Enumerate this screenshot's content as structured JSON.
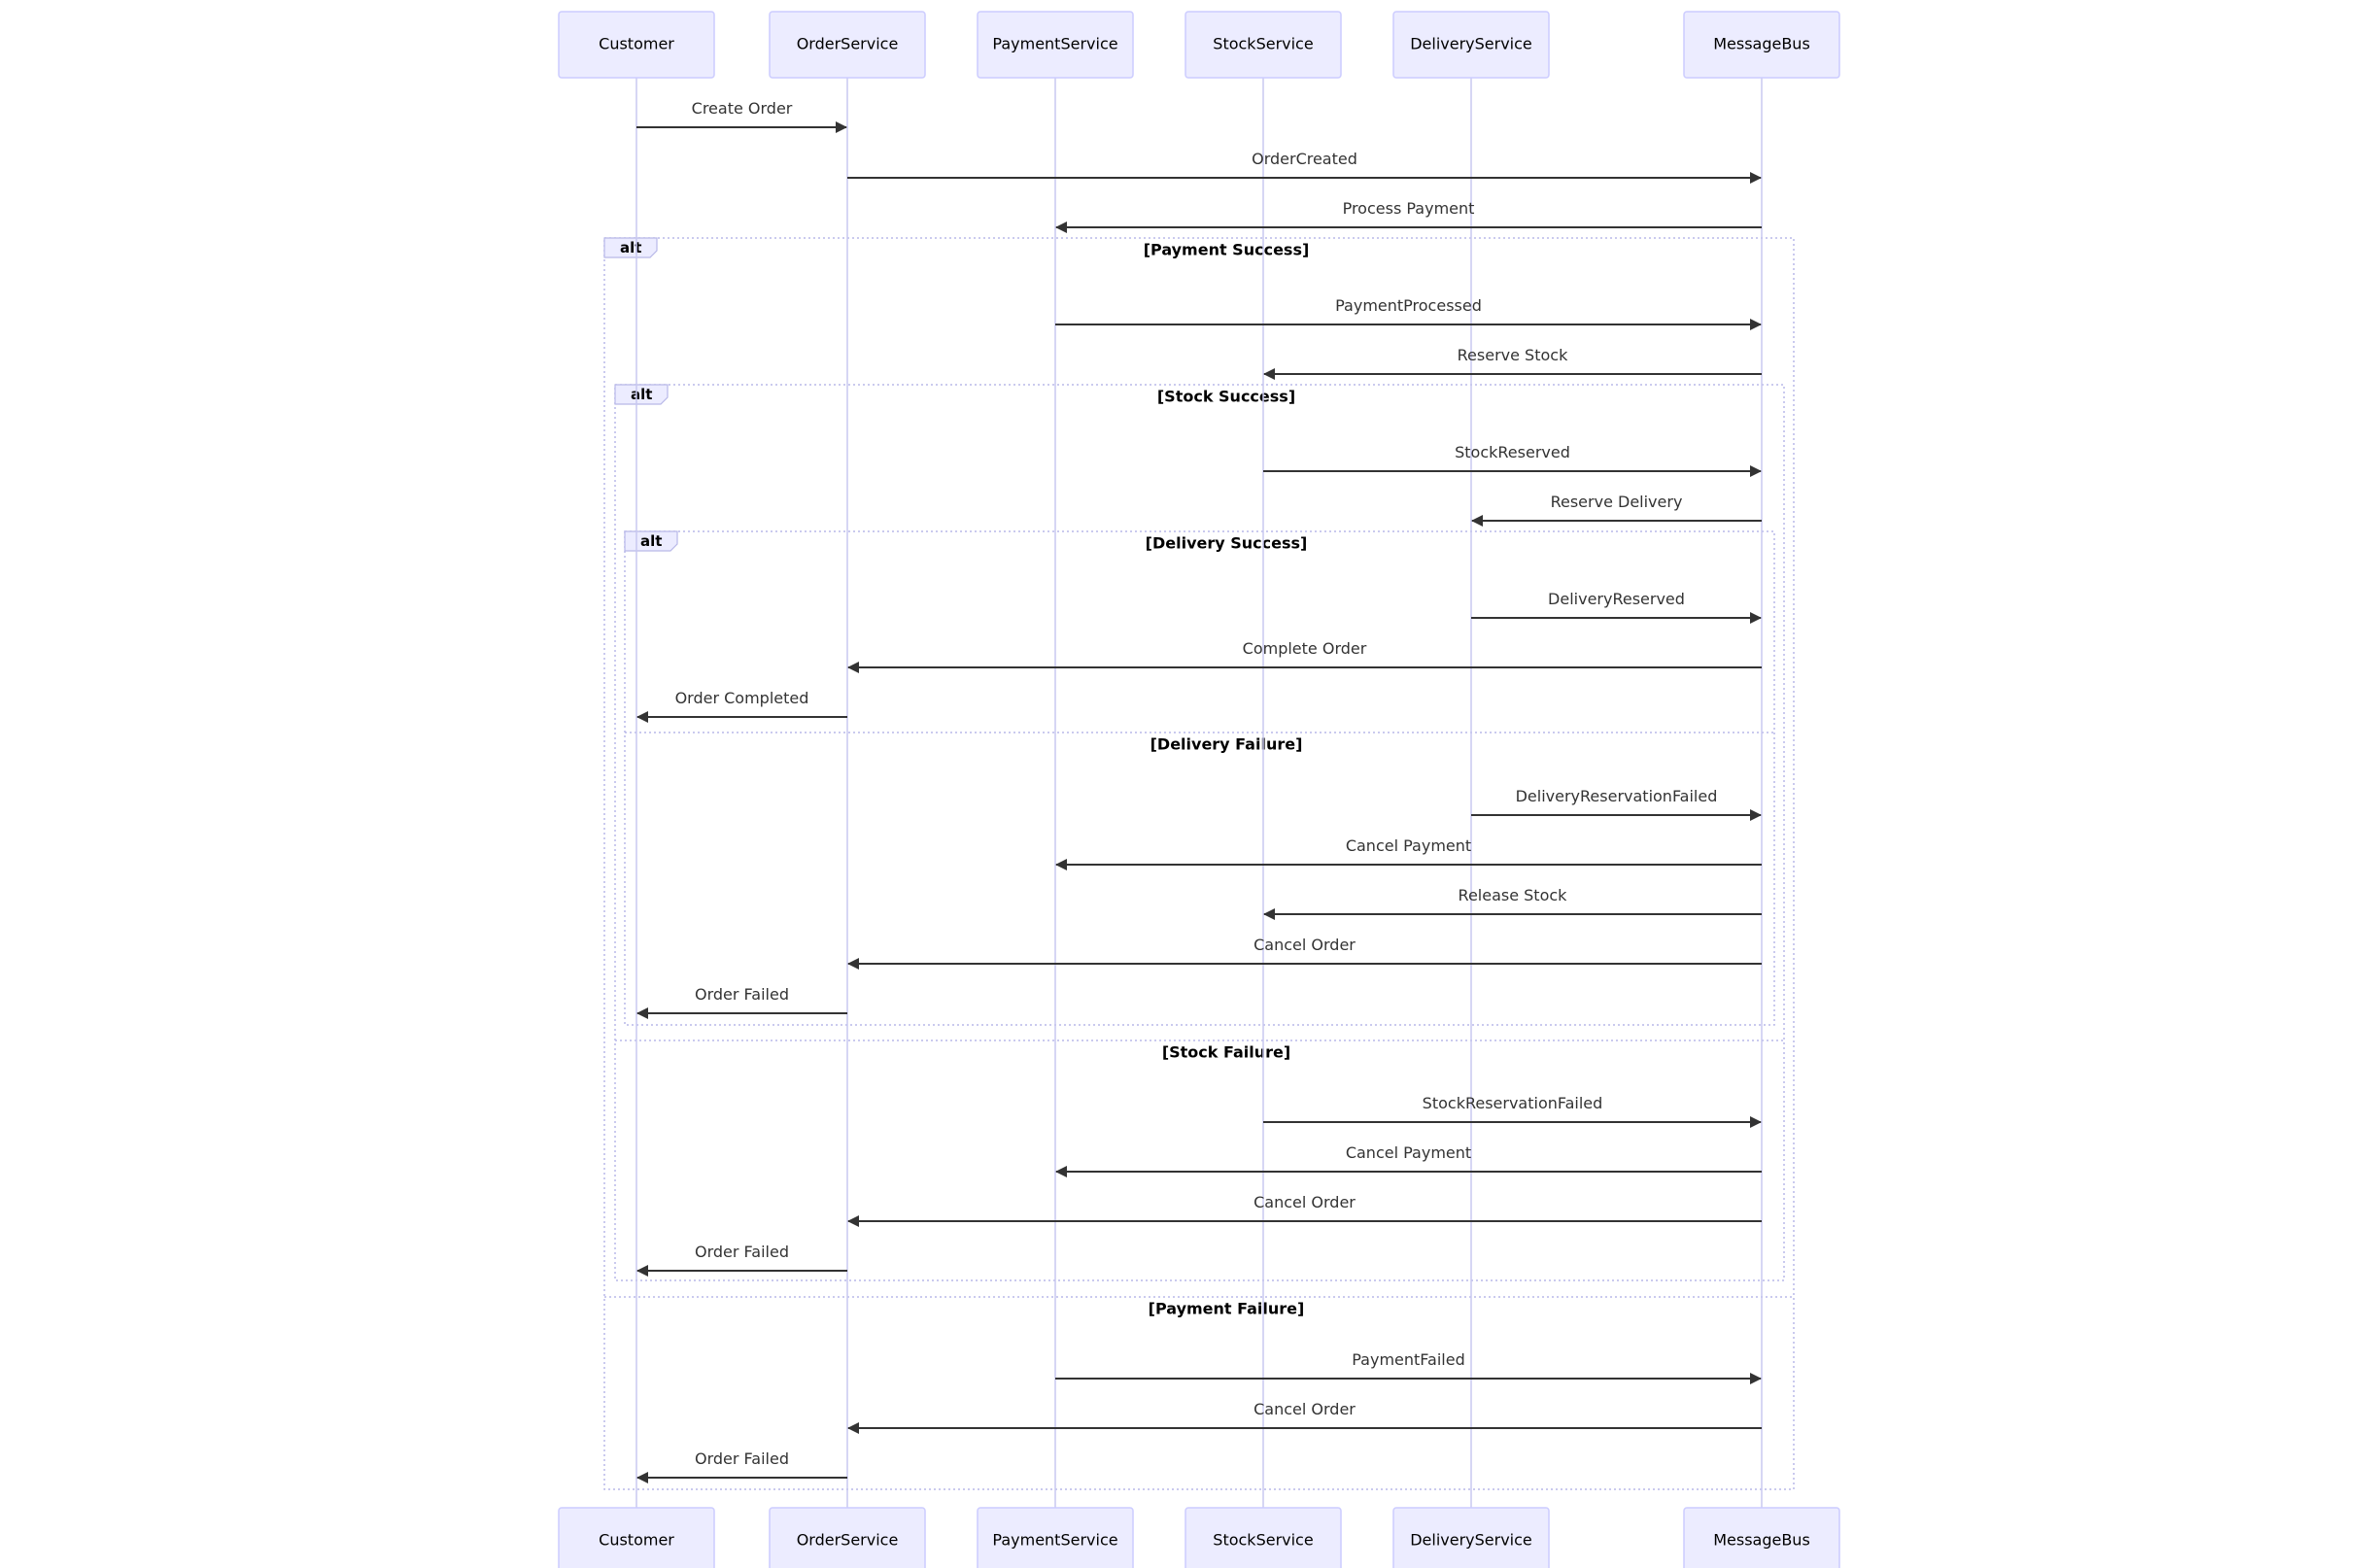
{
  "participants": [
    {
      "id": "customer",
      "label": "Customer"
    },
    {
      "id": "order",
      "label": "OrderService"
    },
    {
      "id": "payment",
      "label": "PaymentService"
    },
    {
      "id": "stock",
      "label": "StockService"
    },
    {
      "id": "delivery",
      "label": "DeliveryService"
    },
    {
      "id": "bus",
      "label": "MessageBus"
    }
  ],
  "messages": [
    {
      "from": "customer",
      "to": "order",
      "label": "Create Order"
    },
    {
      "from": "order",
      "to": "bus",
      "label": "OrderCreated"
    },
    {
      "from": "bus",
      "to": "payment",
      "label": "Process Payment"
    },
    {
      "from": "payment",
      "to": "bus",
      "label": "PaymentProcessed"
    },
    {
      "from": "bus",
      "to": "stock",
      "label": "Reserve Stock"
    },
    {
      "from": "stock",
      "to": "bus",
      "label": "StockReserved"
    },
    {
      "from": "bus",
      "to": "delivery",
      "label": "Reserve Delivery"
    },
    {
      "from": "delivery",
      "to": "bus",
      "label": "DeliveryReserved"
    },
    {
      "from": "bus",
      "to": "order",
      "label": "Complete Order"
    },
    {
      "from": "order",
      "to": "customer",
      "label": "Order Completed"
    },
    {
      "from": "delivery",
      "to": "bus",
      "label": "DeliveryReservationFailed"
    },
    {
      "from": "bus",
      "to": "payment",
      "label": "Cancel Payment"
    },
    {
      "from": "bus",
      "to": "stock",
      "label": "Release Stock"
    },
    {
      "from": "bus",
      "to": "order",
      "label": "Cancel Order"
    },
    {
      "from": "order",
      "to": "customer",
      "label": "Order Failed"
    },
    {
      "from": "stock",
      "to": "bus",
      "label": "StockReservationFailed"
    },
    {
      "from": "bus",
      "to": "payment",
      "label": "Cancel Payment"
    },
    {
      "from": "bus",
      "to": "order",
      "label": "Cancel Order"
    },
    {
      "from": "order",
      "to": "customer",
      "label": "Order Failed"
    },
    {
      "from": "payment",
      "to": "bus",
      "label": "PaymentFailed"
    },
    {
      "from": "bus",
      "to": "order",
      "label": "Cancel Order"
    },
    {
      "from": "order",
      "to": "customer",
      "label": "Order Failed"
    }
  ],
  "fragments": [
    {
      "type": "alt",
      "sections": [
        "[Payment Success]",
        "[Payment Failure]"
      ]
    },
    {
      "type": "alt",
      "sections": [
        "[Stock Success]",
        "[Stock Failure]"
      ]
    },
    {
      "type": "alt",
      "sections": [
        "[Delivery Success]",
        "[Delivery Failure]"
      ]
    }
  ]
}
